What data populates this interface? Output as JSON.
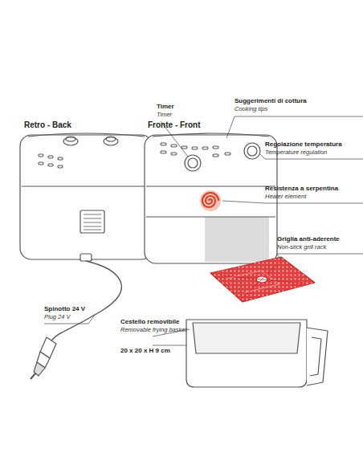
{
  "diagram": {
    "labels": [
      "Suggerimenti di cottura",
      "Cooking tips",
      "Timer",
      "Timer",
      "Retro - Back",
      "Fronte - Front",
      "Regolazione temperatura",
      "Temperature regulation",
      "Resistenza a serpentina",
      "Heater element",
      "Griglia anti-aderente",
      "Non-stick grill rack",
      "Spinotto 24 V",
      "Plug 24 V",
      "Cestello removibile",
      "Removable frying basket",
      "20 x 20 x H 9 cm"
    ]
  }
}
